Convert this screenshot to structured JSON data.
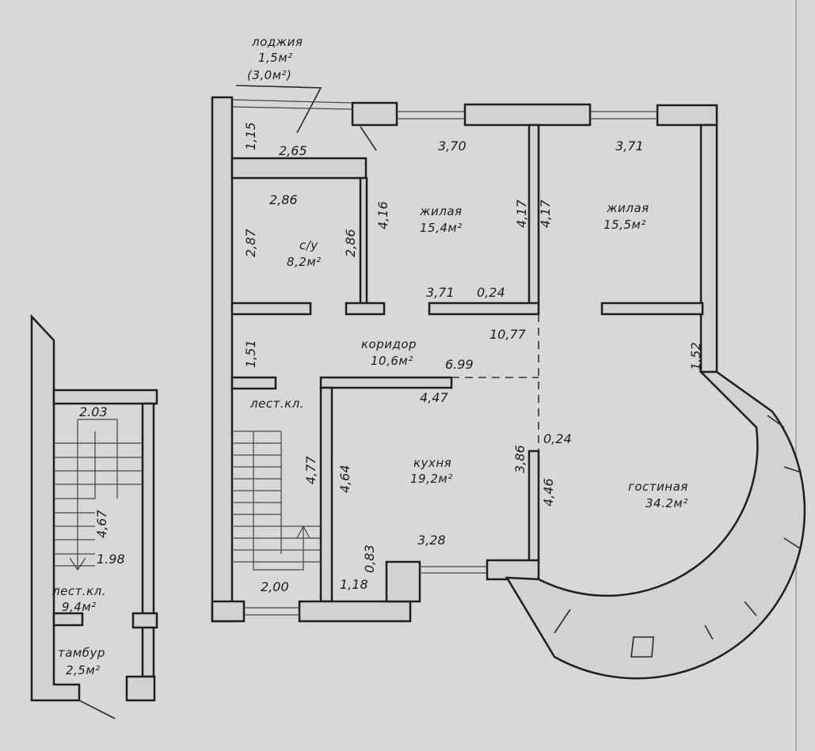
{
  "rooms": {
    "loggia": {
      "name": "лоджия",
      "area": "1,5м²",
      "area_alt": "(3,0м²)"
    },
    "bathroom": {
      "name": "с/у",
      "area": "8,2м²"
    },
    "living1": {
      "name": "жилая",
      "area": "15,4м²"
    },
    "living2": {
      "name": "жилая",
      "area": "15,5м²"
    },
    "corridor": {
      "name": "коридор",
      "area": "10,6м²"
    },
    "stair_main": {
      "name": "лест.кл."
    },
    "kitchen": {
      "name": "кухня",
      "area": "19,2м²"
    },
    "lounge": {
      "name": "гостиная",
      "area": "34.2м²"
    },
    "stair_side": {
      "name": "лест.кл.",
      "area": "9,4м²"
    },
    "vestibule": {
      "name": "тамбур",
      "area": "2,5м²"
    }
  },
  "dimensions": {
    "loggia_depth": "1,15",
    "loggia_width": "2,65",
    "living1_width": "3,70",
    "living2_width": "3,71",
    "bath_width": "2,86",
    "bath_left": "2,87",
    "bath_right": "2,86",
    "living1_left": "4,16",
    "living1_right": "4,17",
    "living2_left": "4,17",
    "living1_bottom": "3,71",
    "wall_thickness_1": "0,24",
    "corridor_length": "10,77",
    "corridor_depth": "1,51",
    "corridor_width": "6.99",
    "living2_right": "1,52",
    "kitchen_top": "4,47",
    "stair_height": "4,77",
    "kitchen_left": "4,64",
    "kitchen_right": "3,86",
    "wall_thickness_2": "0,24",
    "lounge_left": "4,46",
    "kitchen_bottom": "3,28",
    "niche_depth": "0,83",
    "niche_width": "1,18",
    "stair_width": "2,00",
    "side_stair_width": "2.03",
    "side_stair_length": "4,67",
    "side_stair_inner": "1.98"
  }
}
